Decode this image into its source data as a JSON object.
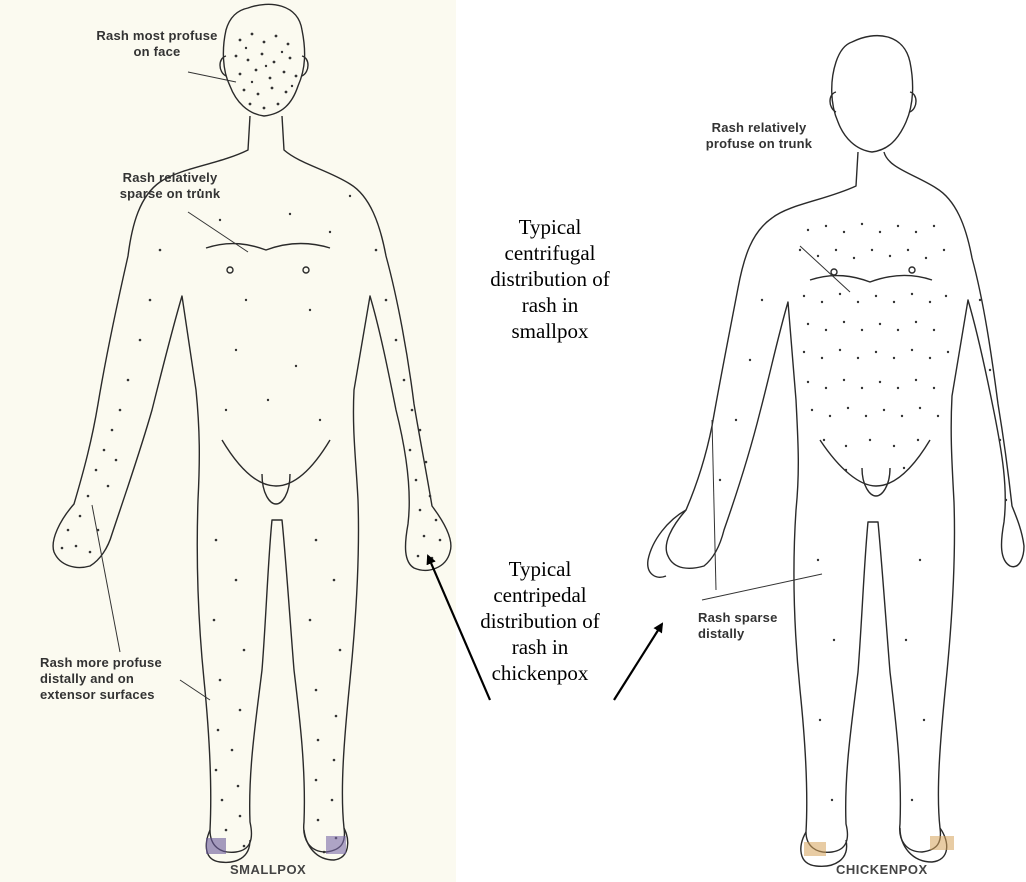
{
  "smallpox": {
    "caption": "SMALLPOX",
    "label_face": [
      "Rash most profuse",
      "on face"
    ],
    "label_trunk": [
      "Rash relatively",
      "sparse on trunk"
    ],
    "label_distal": [
      "Rash more profuse",
      "distally and on",
      "extensor surfaces"
    ]
  },
  "chickenpox": {
    "caption": "CHICKENPOX",
    "label_trunk": [
      "Rash relatively",
      "profuse on trunk"
    ],
    "label_distal": [
      "Rash sparse",
      "distally"
    ]
  },
  "annotations": {
    "centrifugal": [
      "Typical",
      "centrifugal",
      "distribution of",
      "rash in",
      "smallpox"
    ],
    "centripetal": [
      "Typical",
      "centripedal",
      "distribution of",
      "rash in",
      "chickenpox"
    ]
  },
  "colors": {
    "outline": "#2a2a2a",
    "dots": "#333333",
    "left_background": "#fbfaf0"
  }
}
